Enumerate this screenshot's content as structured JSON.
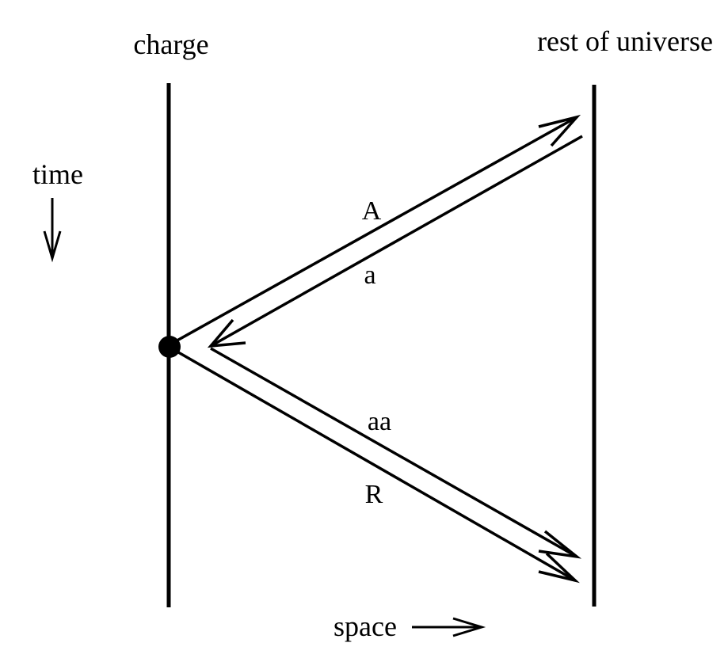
{
  "labels": {
    "charge": "charge",
    "rest_of_universe": "rest of universe",
    "time": "time",
    "space": "space",
    "A": "A",
    "a": "a",
    "aa": "aa",
    "R": "R"
  },
  "colors": {
    "ink": "#000000",
    "background": "#ffffff"
  }
}
